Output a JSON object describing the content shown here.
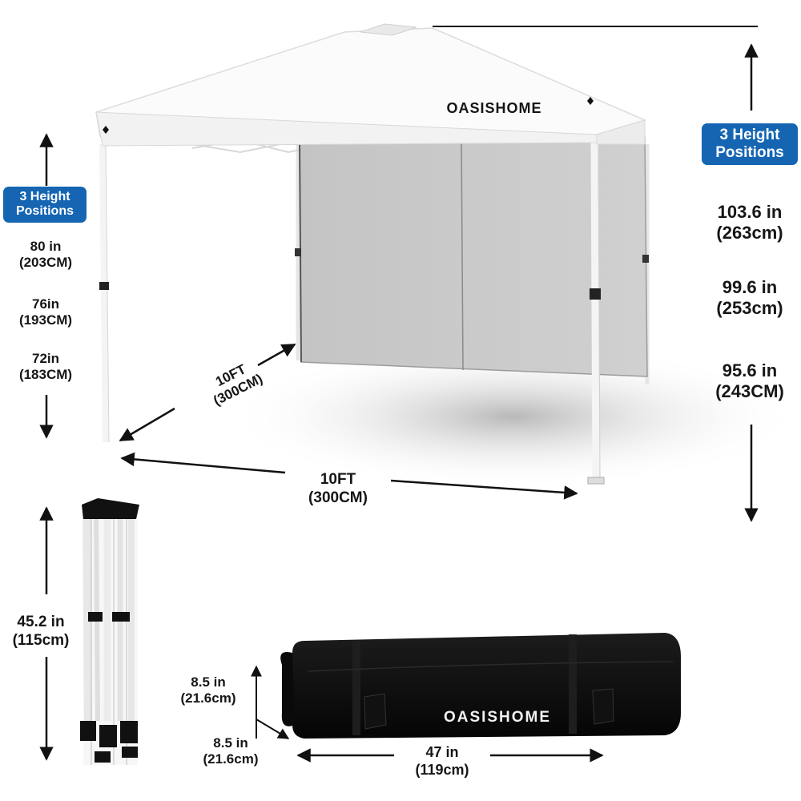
{
  "brand": {
    "canopy_logo": "OASISHOME",
    "bag_logo": "OASISHOME"
  },
  "colors": {
    "badge_blue": "#1565b3",
    "canopy_white": "#ffffff",
    "sidewall_gray": "#c8c8c8",
    "bag_black": "#0c0c0c"
  },
  "left_heights": {
    "badge": [
      "3 Height",
      "Positions"
    ],
    "values": [
      [
        "80 in",
        "(203CM)"
      ],
      [
        "76in",
        "(193CM)"
      ],
      [
        "72in",
        "(183CM)"
      ]
    ]
  },
  "right_heights": {
    "badge": [
      "3 Height",
      "Positions"
    ],
    "values": [
      [
        "103.6 in",
        "(263cm)"
      ],
      [
        "99.6 in",
        "(253cm)"
      ],
      [
        "95.6 in",
        "(243CM)"
      ]
    ]
  },
  "depth_dimension": [
    "10FT",
    "(300CM)"
  ],
  "width_dimension": [
    "10FT",
    "(300CM)"
  ],
  "folded_frame_height": [
    "45.2 in",
    "(115cm)"
  ],
  "bag_dimensions": {
    "height": [
      "8.5 in",
      "(21.6cm)"
    ],
    "depth": [
      "8.5 in",
      "(21.6cm)"
    ],
    "length": [
      "47 in",
      "(119cm)"
    ]
  }
}
